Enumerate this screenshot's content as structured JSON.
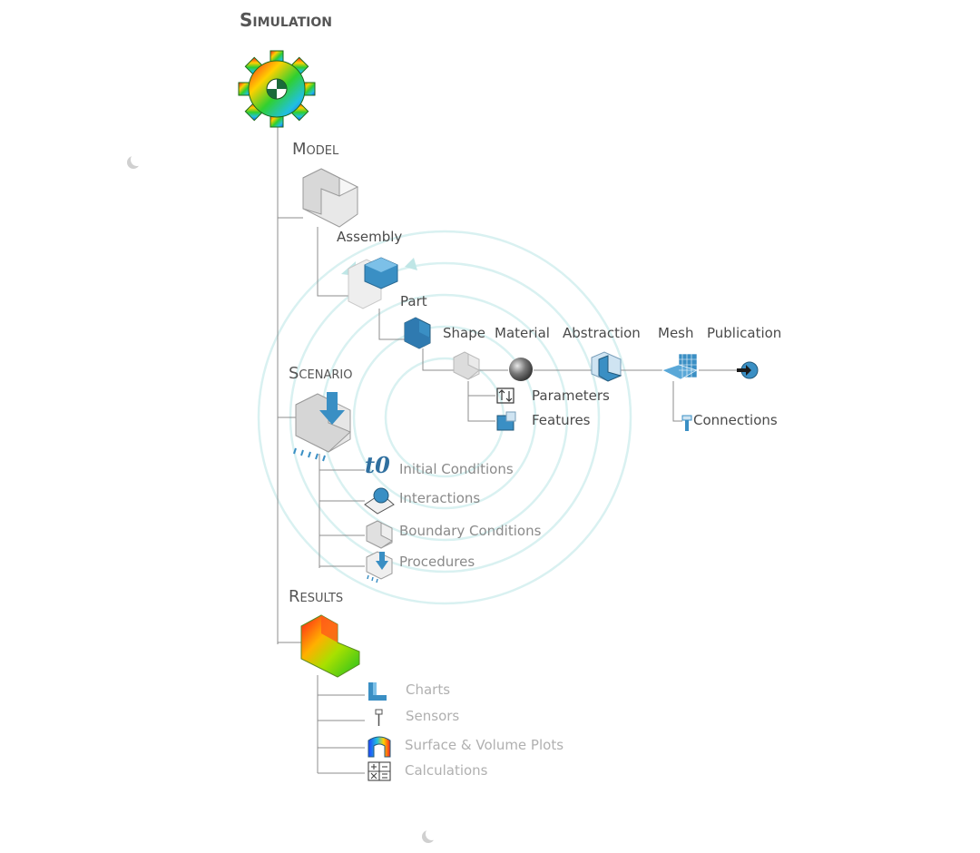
{
  "title": "Simulation",
  "sections": {
    "model": "Model",
    "scenario": "Scenario",
    "results": "Results"
  },
  "model_tree": {
    "assembly": "Assembly",
    "part": "Part",
    "shape": "Shape",
    "material": "Material",
    "abstraction": "Abstraction",
    "mesh": "Mesh",
    "publication": "Publication",
    "parameters": "Parameters",
    "features": "Features",
    "connections": "Connections"
  },
  "scenario_items": [
    "Initial Conditions",
    "Interactions",
    "Boundary Conditions",
    "Procedures"
  ],
  "results_items": [
    "Charts",
    "Sensors",
    "Surface & Volume Plots",
    "Calculations"
  ],
  "t0_glyph": "t0",
  "colors": {
    "line": "#8c8c8c",
    "ring": "#d6f0f0",
    "accent_blue": "#3a8fc4",
    "text": "#555555",
    "faded_text": "#b0b0b0"
  }
}
